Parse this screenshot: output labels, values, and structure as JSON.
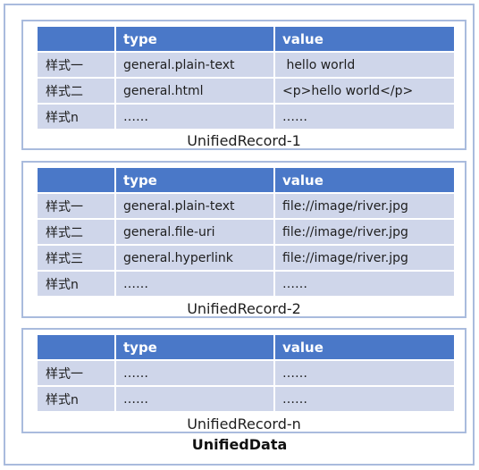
{
  "records": [
    {
      "label": "UnifiedRecord-1",
      "header": [
        "",
        "type",
        "value"
      ],
      "rows": [
        [
          "样式一",
          "general.plain-text",
          " hello world"
        ],
        [
          "样式二",
          "general.html",
          "<p>hello world</p>"
        ],
        [
          "样式n",
          "……",
          "……"
        ]
      ]
    },
    {
      "label": "UnifiedRecord-2",
      "header": [
        "",
        "type",
        "value"
      ],
      "rows": [
        [
          "样式一",
          "general.plain-text",
          "file://image/river.jpg"
        ],
        [
          "样式二",
          "general.file-uri",
          "file://image/river.jpg"
        ],
        [
          "样式三",
          "general.hyperlink",
          "file://image/river.jpg"
        ],
        [
          "样式n",
          "……",
          "……"
        ]
      ]
    },
    {
      "label": "UnifiedRecord-n",
      "header": [
        "",
        "type",
        "value"
      ],
      "rows": [
        [
          "样式一",
          "……",
          "……"
        ],
        [
          "样式n",
          "……",
          "……"
        ]
      ]
    }
  ],
  "container_label": "UnifiedData"
}
